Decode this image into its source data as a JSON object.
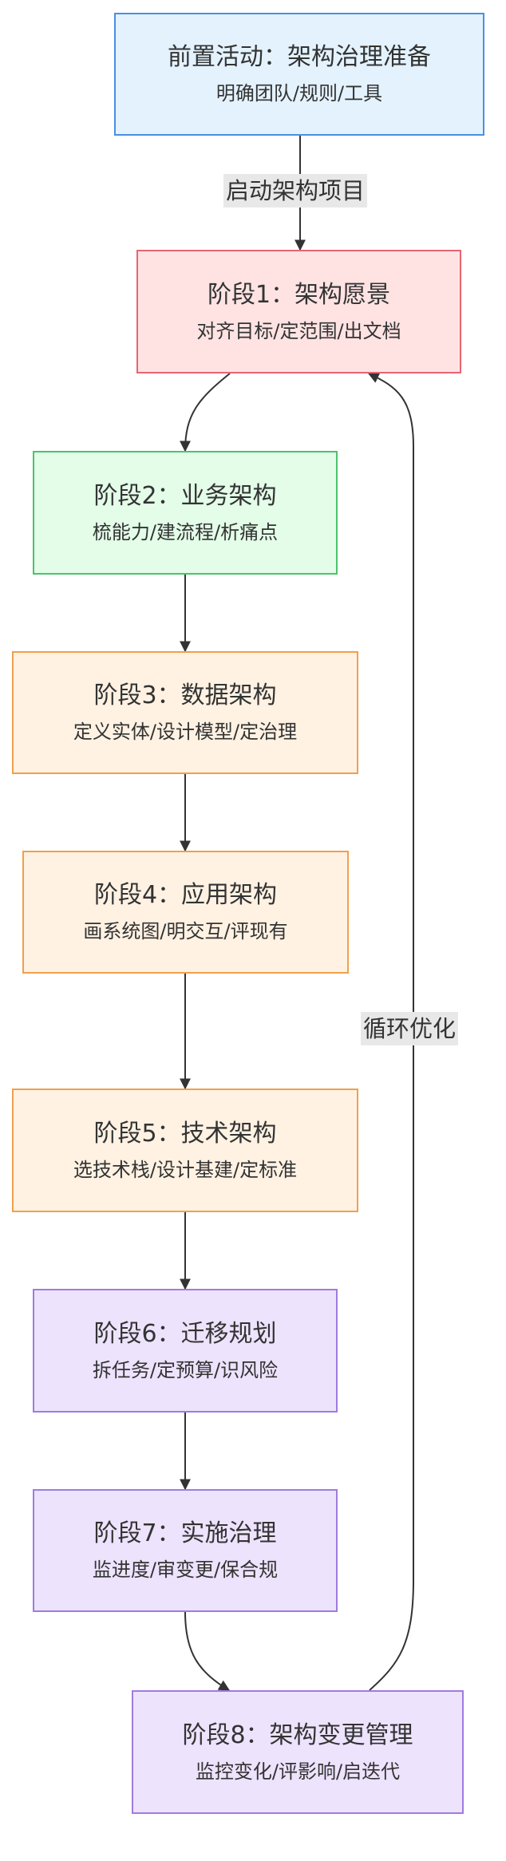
{
  "colors": {
    "pre": {
      "fill": "#e3f2fd",
      "stroke": "#4a90e2"
    },
    "vision": {
      "fill": "#ffe3e3",
      "stroke": "#e46670"
    },
    "business": {
      "fill": "#e3fde8",
      "stroke": "#4cc36b"
    },
    "data_app_tech": {
      "fill": "#fff2e3",
      "stroke": "#f0a04b"
    },
    "impl": {
      "fill": "#ede3fd",
      "stroke": "#a07be0"
    },
    "edge": "#333333",
    "edge_label_bg": "#e8e8e8"
  },
  "nodes": {
    "pre": {
      "title": "前置活动：架构治理准备",
      "sub": "明确团队/规则/工具"
    },
    "s1": {
      "title": "阶段1：架构愿景",
      "sub": "对齐目标/定范围/出文档"
    },
    "s2": {
      "title": "阶段2：业务架构",
      "sub": "梳能力/建流程/析痛点"
    },
    "s3": {
      "title": "阶段3：数据架构",
      "sub": "定义实体/设计模型/定治理"
    },
    "s4": {
      "title": "阶段4：应用架构",
      "sub": "画系统图/明交互/评现有"
    },
    "s5": {
      "title": "阶段5：技术架构",
      "sub": "选技术栈/设计基建/定标准"
    },
    "s6": {
      "title": "阶段6：迁移规划",
      "sub": "拆任务/定预算/识风险"
    },
    "s7": {
      "title": "阶段7：实施治理",
      "sub": "监进度/审变更/保合规"
    },
    "s8": {
      "title": "阶段8：架构变更管理",
      "sub": "监控变化/评影响/启迭代"
    }
  },
  "edges": {
    "start_label": "启动架构项目",
    "loop_label": "循环优化"
  }
}
